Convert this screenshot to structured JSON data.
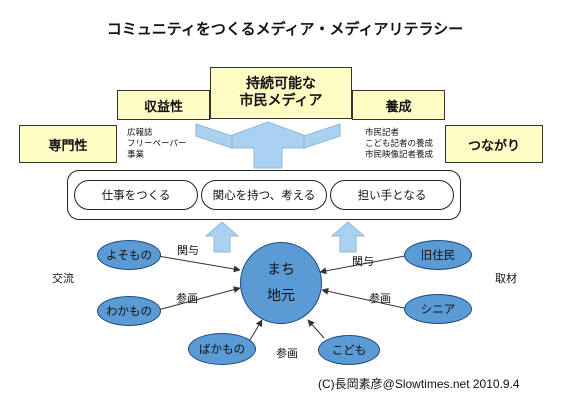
{
  "title": "コミュニティをつくるメディア・メディアリテラシー",
  "center_box": {
    "line1": "持続可能な",
    "line2": "市民メディア"
  },
  "left_top_box": "収益性",
  "right_top_box": "養成",
  "left_bottom_box": "専門性",
  "right_bottom_box": "つながり",
  "left_notes": [
    "広報誌",
    "フリーペーパー",
    "事業"
  ],
  "right_notes": [
    "市民記者",
    "こども記者の養成",
    "市民映像記者養成"
  ],
  "pills": [
    "仕事をつくる",
    "関心を持つ、考える",
    "担い手となる"
  ],
  "hub": {
    "line1": "まち",
    "line2": "地元"
  },
  "nodes": {
    "yosomono": "よそもの",
    "wakamono": "わかもの",
    "bakamono": "ばかもの",
    "kyujumin": "旧住民",
    "senior": "シニア",
    "kodomo": "こども"
  },
  "edge_labels": {
    "kanyo_left": "関与",
    "sankaku_left": "参画",
    "kanyo_right": "関与",
    "sankaku_right": "参画",
    "sankaku_bottom": "参画"
  },
  "side_labels": {
    "left": "交流",
    "right": "取材"
  },
  "credit": "(C)長岡素彦@Slowtimes.net  2010.9.4",
  "colors": {
    "box_fill": "#fffcc4",
    "node_fill": "#5b9bd5",
    "arrow_fill": "#a9d1f0"
  }
}
